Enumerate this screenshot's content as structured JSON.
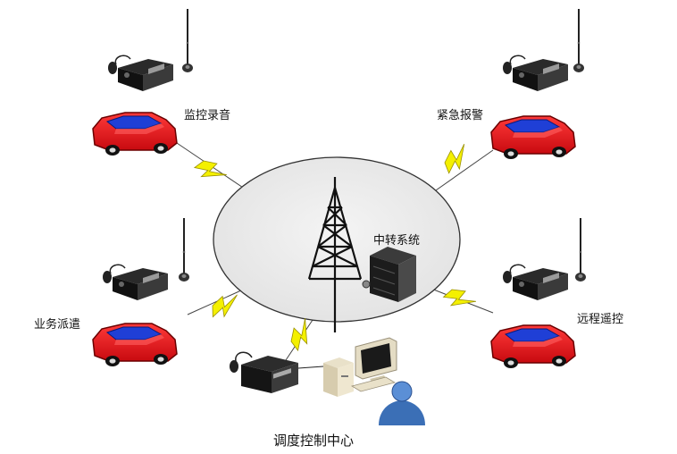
{
  "diagram": {
    "center": {
      "label": "中转系统",
      "icons": [
        "radio-tower-icon",
        "repeater-server-icon"
      ]
    },
    "nodes": [
      {
        "id": "top-left",
        "label": "监控录音",
        "icons": [
          "car-icon",
          "mobile-radio-icon",
          "antenna-icon"
        ]
      },
      {
        "id": "top-right",
        "label": "紧急报警",
        "icons": [
          "car-icon",
          "mobile-radio-icon",
          "antenna-icon"
        ]
      },
      {
        "id": "mid-left",
        "label": "业务派遣",
        "icons": [
          "car-icon",
          "mobile-radio-icon",
          "antenna-icon"
        ]
      },
      {
        "id": "mid-right",
        "label": "远程遥控",
        "icons": [
          "car-icon",
          "mobile-radio-icon",
          "antenna-icon"
        ]
      },
      {
        "id": "bottom",
        "label": "调度控制中心",
        "icons": [
          "base-radio-icon",
          "computer-icon",
          "user-icon"
        ]
      }
    ],
    "colors": {
      "car": "#e8141c",
      "car_window": "#1f3fd6",
      "lightning": "#f4f000",
      "ellipse": "#ebebeb"
    }
  }
}
